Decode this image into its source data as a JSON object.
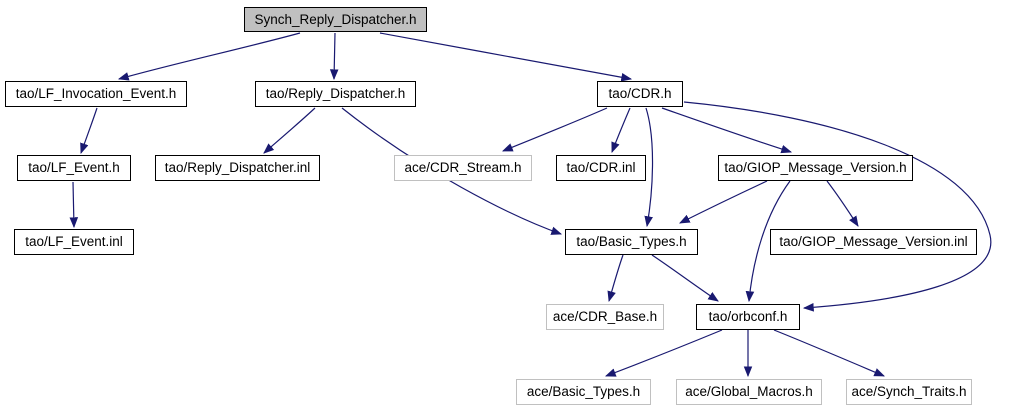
{
  "diagram": {
    "title": "Synch_Reply_Dispatcher.h include dependency graph",
    "type": "include-dependency-graph",
    "root": "Synch_Reply_Dispatcher.h",
    "colors": {
      "edge": "#191970",
      "node_border": "#000000",
      "external_node_border": "#c0c0c0",
      "root_fill": "#c0c0c0",
      "node_fill": "#ffffff",
      "text": "#000000",
      "background": "#ffffff"
    },
    "nodes": [
      {
        "id": "synch_reply_dispatcher_h",
        "label": "Synch_Reply_Dispatcher.h",
        "kind": "root"
      },
      {
        "id": "lf_invocation_event_h",
        "label": "tao/LF_Invocation_Event.h",
        "kind": "internal"
      },
      {
        "id": "reply_dispatcher_h",
        "label": "tao/Reply_Dispatcher.h",
        "kind": "internal"
      },
      {
        "id": "cdr_h",
        "label": "tao/CDR.h",
        "kind": "internal"
      },
      {
        "id": "lf_event_h",
        "label": "tao/LF_Event.h",
        "kind": "internal"
      },
      {
        "id": "reply_dispatcher_inl",
        "label": "tao/Reply_Dispatcher.inl",
        "kind": "internal"
      },
      {
        "id": "cdr_stream_h",
        "label": "ace/CDR_Stream.h",
        "kind": "external"
      },
      {
        "id": "cdr_inl",
        "label": "tao/CDR.inl",
        "kind": "internal"
      },
      {
        "id": "giop_message_version_h",
        "label": "tao/GIOP_Message_Version.h",
        "kind": "internal"
      },
      {
        "id": "lf_event_inl",
        "label": "tao/LF_Event.inl",
        "kind": "internal"
      },
      {
        "id": "basic_types_h",
        "label": "tao/Basic_Types.h",
        "kind": "internal"
      },
      {
        "id": "giop_message_version_inl",
        "label": "tao/GIOP_Message_Version.inl",
        "kind": "internal"
      },
      {
        "id": "cdr_base_h",
        "label": "ace/CDR_Base.h",
        "kind": "external"
      },
      {
        "id": "orbconf_h",
        "label": "tao/orbconf.h",
        "kind": "internal"
      },
      {
        "id": "ace_basic_types_h",
        "label": "ace/Basic_Types.h",
        "kind": "external"
      },
      {
        "id": "global_macros_h",
        "label": "ace/Global_Macros.h",
        "kind": "external"
      },
      {
        "id": "synch_traits_h",
        "label": "ace/Synch_Traits.h",
        "kind": "external"
      }
    ],
    "edges": [
      {
        "from": "synch_reply_dispatcher_h",
        "to": "lf_invocation_event_h"
      },
      {
        "from": "synch_reply_dispatcher_h",
        "to": "reply_dispatcher_h"
      },
      {
        "from": "synch_reply_dispatcher_h",
        "to": "cdr_h"
      },
      {
        "from": "lf_invocation_event_h",
        "to": "lf_event_h"
      },
      {
        "from": "lf_event_h",
        "to": "lf_event_inl"
      },
      {
        "from": "reply_dispatcher_h",
        "to": "reply_dispatcher_inl"
      },
      {
        "from": "reply_dispatcher_h",
        "to": "basic_types_h"
      },
      {
        "from": "cdr_h",
        "to": "cdr_stream_h"
      },
      {
        "from": "cdr_h",
        "to": "cdr_inl"
      },
      {
        "from": "cdr_h",
        "to": "basic_types_h"
      },
      {
        "from": "cdr_h",
        "to": "giop_message_version_h"
      },
      {
        "from": "cdr_h",
        "to": "orbconf_h"
      },
      {
        "from": "giop_message_version_h",
        "to": "basic_types_h"
      },
      {
        "from": "giop_message_version_h",
        "to": "giop_message_version_inl"
      },
      {
        "from": "giop_message_version_h",
        "to": "orbconf_h"
      },
      {
        "from": "basic_types_h",
        "to": "cdr_base_h"
      },
      {
        "from": "basic_types_h",
        "to": "orbconf_h"
      },
      {
        "from": "orbconf_h",
        "to": "ace_basic_types_h"
      },
      {
        "from": "orbconf_h",
        "to": "global_macros_h"
      },
      {
        "from": "orbconf_h",
        "to": "synch_traits_h"
      }
    ]
  }
}
